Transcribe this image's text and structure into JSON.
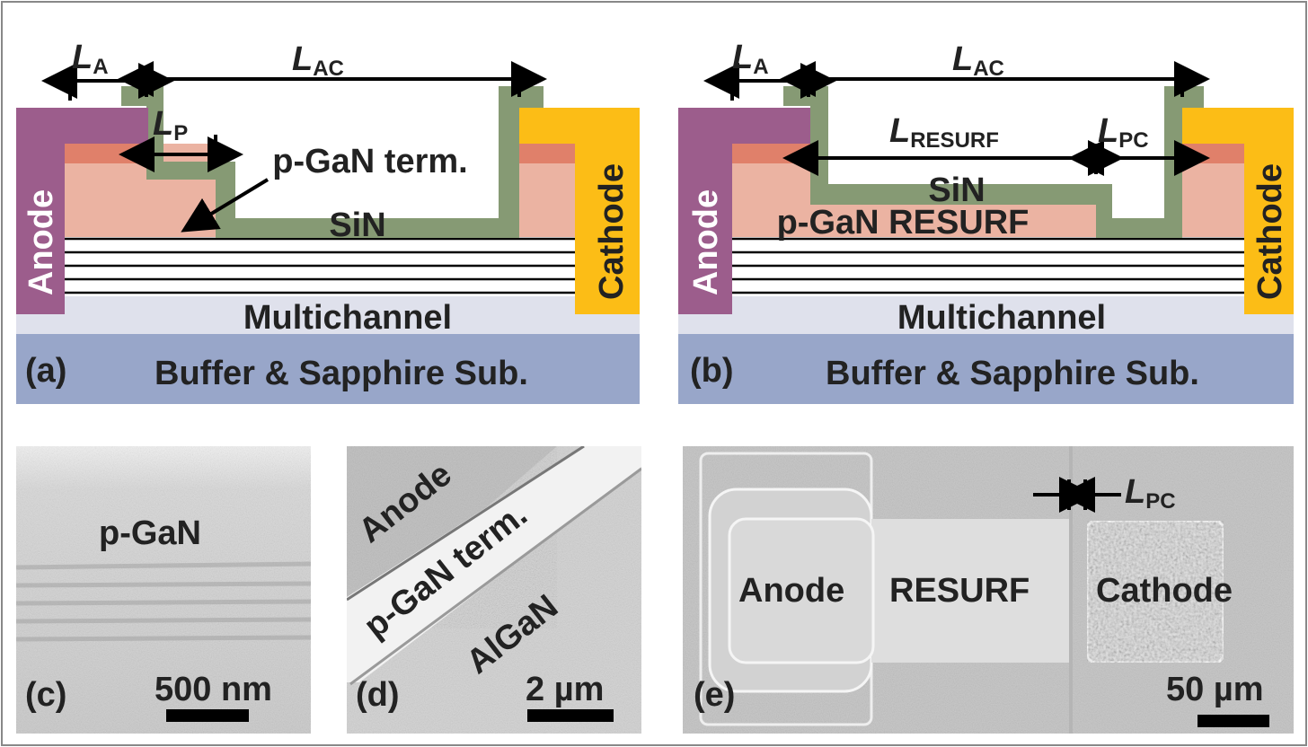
{
  "colors": {
    "anode": "#9c5d8c",
    "cathode": "#fcbd16",
    "sin": "#869a74",
    "pgan_light": "#ebb3a2",
    "pgan_dark": "#e0806a",
    "multichannel": "#dfe1ec",
    "buffer": "#98a6c9",
    "channel_lines": "#000000"
  },
  "panel_a": {
    "label": "(a)",
    "anode": "Anode",
    "cathode": "Cathode",
    "multichannel": "Multichannel",
    "buffer": "Buffer & Sapphire Sub.",
    "sin": "SiN",
    "pgan_term": "p-GaN term.",
    "dim_la": {
      "main": "L",
      "sub": "A"
    },
    "dim_lac": {
      "main": "L",
      "sub": "AC"
    },
    "dim_lp": {
      "main": "L",
      "sub": "P"
    }
  },
  "panel_b": {
    "label": "(b)",
    "anode": "Anode",
    "cathode": "Cathode",
    "multichannel": "Multichannel",
    "buffer": "Buffer & Sapphire Sub.",
    "sin": "SiN",
    "pgan_resurf": "p-GaN RESURF",
    "dim_la": {
      "main": "L",
      "sub": "A"
    },
    "dim_lac": {
      "main": "L",
      "sub": "AC"
    },
    "dim_lresurf": {
      "main": "L",
      "sub": "RESURF"
    },
    "dim_lpc": {
      "main": "L",
      "sub": "PC"
    }
  },
  "panel_c": {
    "label": "(c)",
    "material": "p-GaN",
    "scale": "500 nm"
  },
  "panel_d": {
    "label": "(d)",
    "anode": "Anode",
    "pgan_term": "p-GaN term.",
    "algan": "AlGaN",
    "scale": "2 µm"
  },
  "panel_e": {
    "label": "(e)",
    "anode": "Anode",
    "resurf": "RESURF",
    "cathode": "Cathode",
    "dim_lpc": {
      "main": "L",
      "sub": "PC"
    },
    "scale": "50 µm"
  }
}
